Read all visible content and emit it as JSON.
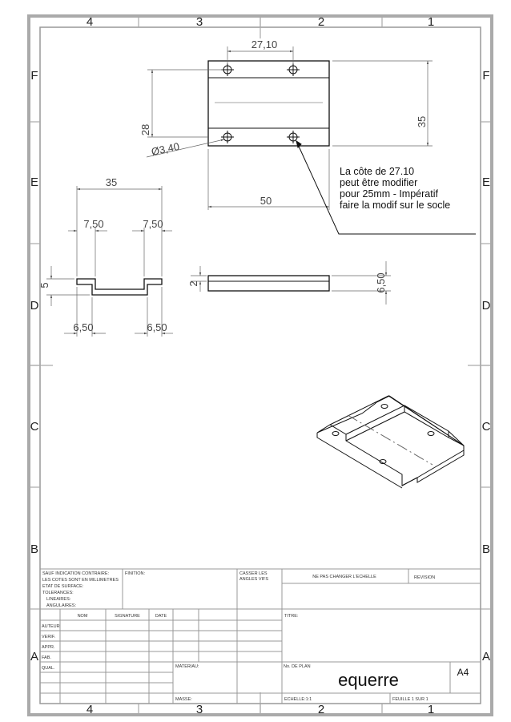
{
  "frame": {
    "zone_columns_top": [
      "4",
      "3",
      "2",
      "1"
    ],
    "zone_columns_bottom": [
      "4",
      "3",
      "2",
      "1"
    ],
    "zone_rows": [
      "F",
      "E",
      "D",
      "C",
      "B",
      "A"
    ]
  },
  "top_view": {
    "hole_spacing": "27,10",
    "height": "35",
    "offset": "28",
    "hole_diameter": "Ø3,40",
    "width": "50"
  },
  "note": {
    "lines": [
      "La côte de 27.10",
      "peut être modifier",
      "pour 25mm - Impératif",
      "faire la modif sur le socle"
    ]
  },
  "section_view": {
    "overall_width": "35",
    "flange_left": "7,50",
    "flange_right": "7,50",
    "depth": "5",
    "leg_left": "6,50",
    "leg_right": "6,50"
  },
  "side_view": {
    "thickness": "2",
    "height": "6,50"
  },
  "title_block": {
    "general_tolerance": [
      "SAUF INDICATION CONTRAIRE:",
      "LES COTES SONT EN MILLIMETRES",
      "ETAT DE SURFACE:",
      "TOLERANCES:",
      "LINEAIRES:",
      "ANGULAIRES:"
    ],
    "finish_label": "FINITION:",
    "edges_label": [
      "CASSER LES",
      "ANGLES VIFS"
    ],
    "scale_warning": "NE PAS CHANGER L'ECHELLE",
    "revision_label": "REVISION",
    "col_name": "NOM",
    "col_signature": "SIGNATURE",
    "col_date": "DATE",
    "title_label": "TITRE:",
    "rows": [
      "AUTEUR",
      "VERIF.",
      "APPR.",
      "FAB.",
      "QUAL."
    ],
    "material_label": "MATERIAU:",
    "plan_no_label": "No. DE PLAN",
    "plan_no": "equerre",
    "format": "A4",
    "mass_label": "MASSE:",
    "scale_label": "ECHELLE:1:1",
    "sheet_label": "FEUILLE 1 SUR 1"
  }
}
